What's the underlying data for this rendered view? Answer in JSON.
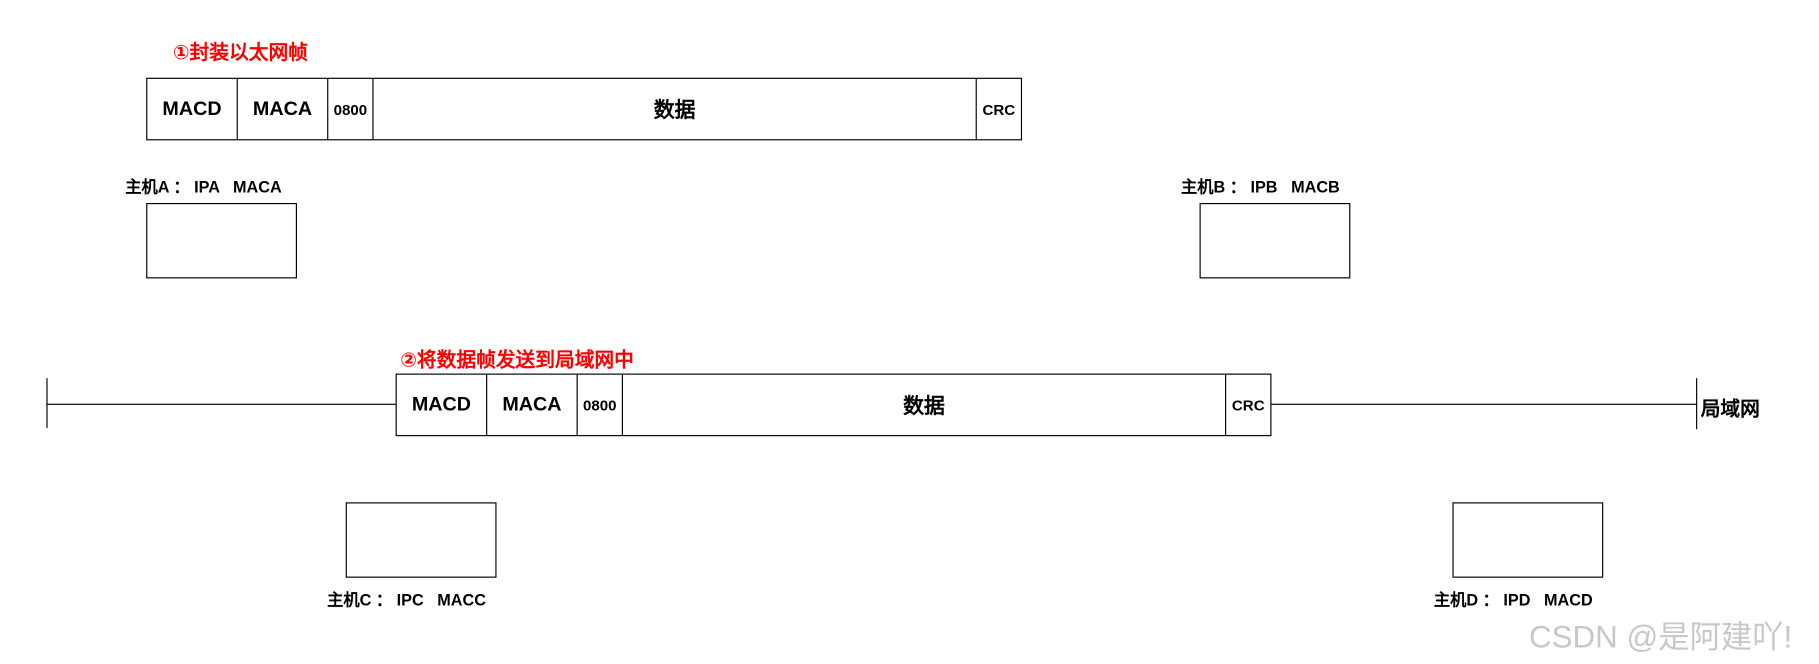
{
  "step1_title": "①封装以太网帧",
  "step2_title": "②将数据帧发送到局域网中",
  "frame": {
    "dst_mac": "MACD",
    "src_mac": "MACA",
    "type": "0800",
    "data": "数据",
    "crc": "CRC"
  },
  "hosts": {
    "a": "主机A ： IPA   MACA",
    "b": "主机B ： IPB   MACB",
    "c": "主机C ： IPC   MACC",
    "d": "主机D ： IPD   MACD"
  },
  "lan_label": "局域网",
  "watermark": "CSDN @是阿建吖!"
}
